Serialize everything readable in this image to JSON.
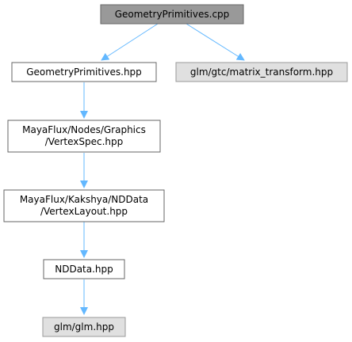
{
  "colors": {
    "root_fill": "#999999",
    "node_fill": "#ffffff",
    "external_fill": "#e0e0e0",
    "node_border": "#666666",
    "external_border": "#999999",
    "edge": "#63b8ff"
  },
  "nodes": {
    "root": {
      "label": "GeometryPrimitives.cpp"
    },
    "geometry_hpp": {
      "label": "GeometryPrimitives.hpp"
    },
    "matrix_transform": {
      "label": "glm/gtc/matrix_transform.hpp"
    },
    "vertexspec": {
      "line1": "MayaFlux/Nodes/Graphics",
      "line2": "/VertexSpec.hpp"
    },
    "vertexlayout": {
      "line1": "MayaFlux/Kakshya/NDData",
      "line2": "/VertexLayout.hpp"
    },
    "nddata": {
      "label": "NDData.hpp"
    },
    "glm": {
      "label": "glm/glm.hpp"
    }
  }
}
